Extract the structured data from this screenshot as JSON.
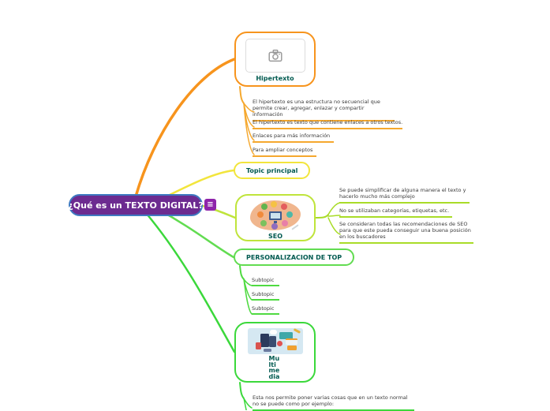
{
  "title": "Mind map: ¿Qué es un TEXTO DIGITAL?",
  "colors": {
    "orange": "#F7941D",
    "yellow": "#F2E53C",
    "lime": "#BFE43B",
    "green": "#62DC51",
    "bright-green": "#3BD83B",
    "central-fill": "#6C2B90",
    "central-border": "#3F7AC1",
    "menu-fill": "#8E24AA",
    "label-color": "#005A50"
  },
  "central": {
    "label": "¿Qué es un TEXTO DIGITAL?",
    "menu_icon": "≡"
  },
  "branches": {
    "hipertexto": {
      "label": "Hipertexto",
      "image": "camera-placeholder-icon",
      "notes": [
        "El hipertexto es una estructura no secuencial que permite crear, agregar, enlazar y compartir información",
        "El hipertexto es texto que contiene enlaces a otros textos.",
        "Enlaces para más información",
        "Para ampliar conceptos"
      ]
    },
    "topic_principal": {
      "label": "Topic principal"
    },
    "seo": {
      "label": "SEO",
      "image": "seo-icons-illustration",
      "notes": [
        "Se puede simplificar de alguna manera el texto y hacerlo mucho más complejo",
        "No se utilizaban categorías, etiquetas, etc.",
        "Se consideran todas las recomendaciones de SEO para que este pueda conseguir una buena posición en los buscadores"
      ]
    },
    "personalizacion": {
      "label": "PERSONALIZACION DE TOP",
      "subtopics": [
        "Subtopic",
        "Subtopic",
        "Subtopic"
      ]
    },
    "multimedia": {
      "label": "Multimedia",
      "image": "multimedia-devices-illustration",
      "notes": [
        "Esta nos permite poner varias cosas que en un texto normal no se puede como por ejemplo:"
      ]
    }
  }
}
